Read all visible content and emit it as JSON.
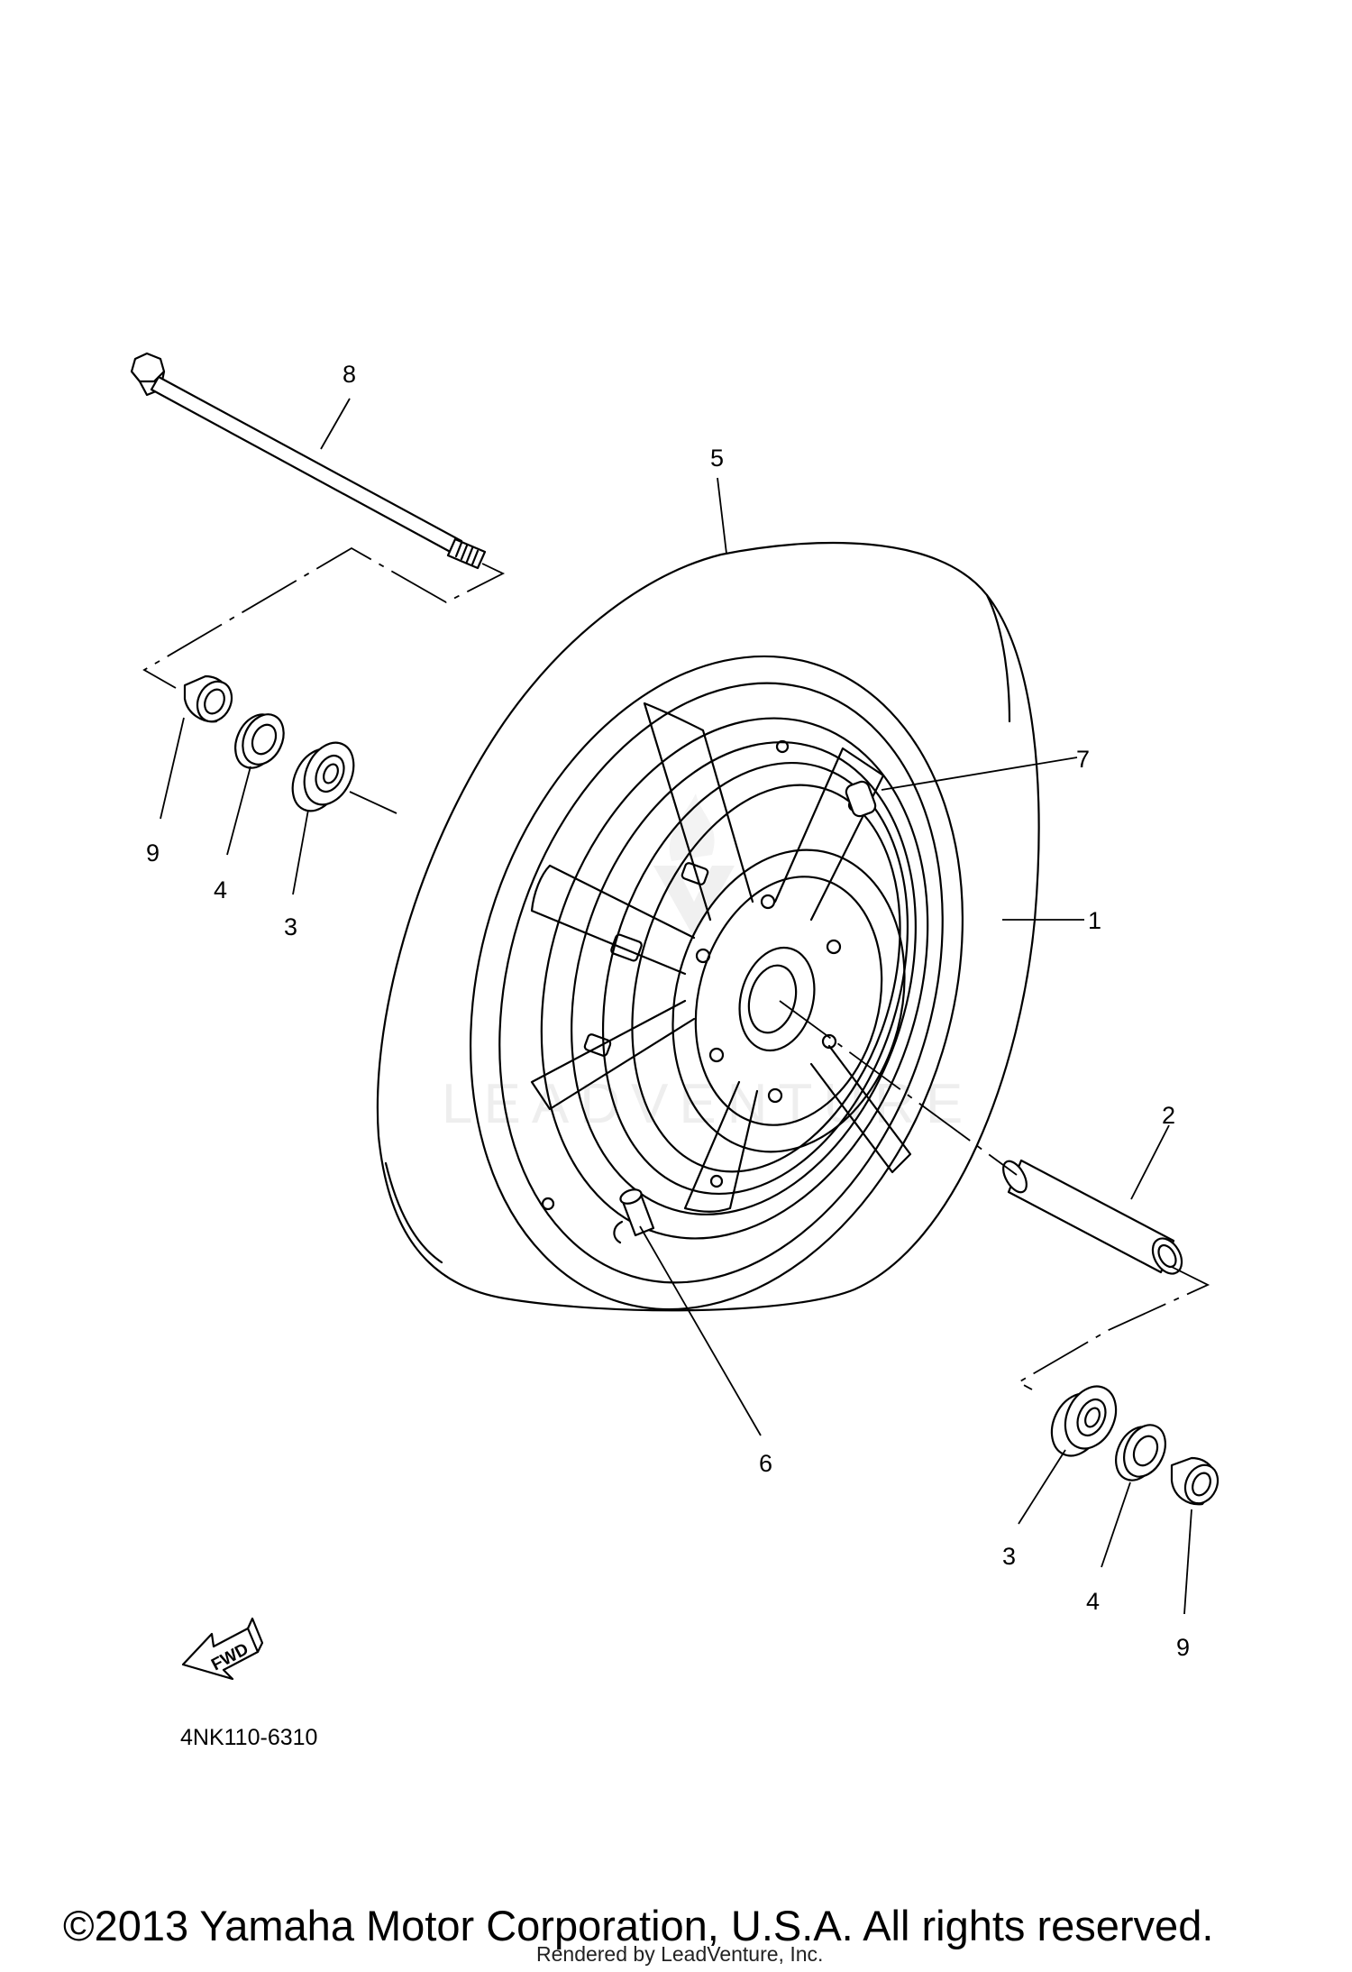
{
  "callouts": {
    "wheel": "1",
    "spacer": "2",
    "bearing_left": "3",
    "bearing_right": "3",
    "oil_seal_left": "4",
    "oil_seal_right": "4",
    "tire": "5",
    "valve": "6",
    "balance_weight": "7",
    "axle": "8",
    "collar_left": "9",
    "collar_right": "9"
  },
  "figure_code": "4NK110-6310",
  "fwd_label": "FWD",
  "watermark_text": "LEADVENTURE",
  "copyright": "©2013 Yamaha Motor Corporation, U.S.A. All rights reserved.",
  "rendered_by": "Rendered by LeadVenture, Inc."
}
